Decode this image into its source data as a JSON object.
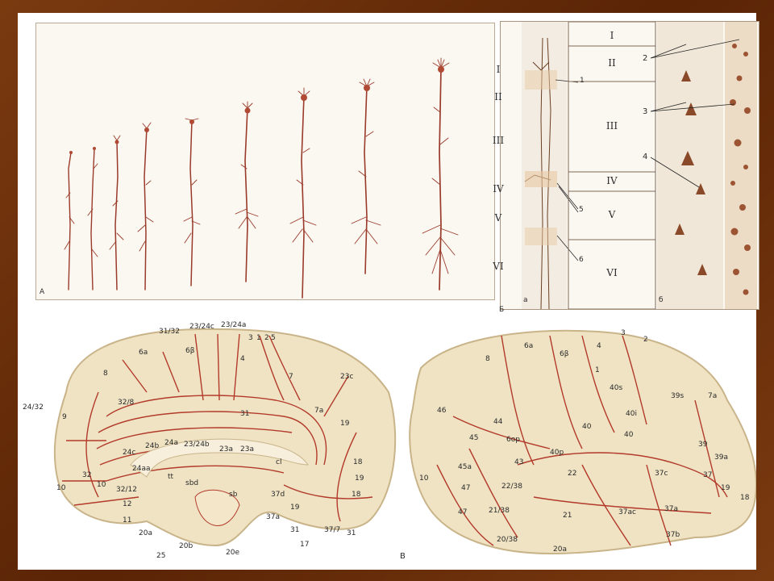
{
  "panel_a": {
    "label": "A"
  },
  "panel_b": {
    "label": "Б",
    "small_label": "a",
    "left_layers": [
      "I",
      "II",
      "III",
      "IV",
      "V",
      "VI"
    ],
    "table_layers": [
      "I",
      "II",
      "III",
      "IV",
      "V",
      "VI"
    ],
    "callouts": [
      "1",
      "5",
      "6"
    ],
    "right_callouts": [
      "2",
      "3",
      "4"
    ],
    "corner_label": "б"
  },
  "panel_c": {
    "label": "В",
    "medial_areas": [
      "31/32",
      "23/24c",
      "23/24a",
      "3",
      "1",
      "2",
      "5",
      "6a",
      "6β",
      "4",
      "8",
      "7",
      "23c",
      "24/32",
      "9",
      "32/8",
      "31",
      "7a",
      "19",
      "24c",
      "24b",
      "24a",
      "23/24b",
      "23a",
      "23a",
      "cl",
      "18",
      "24aa",
      "10",
      "32",
      "10",
      "32/12",
      "12",
      "11",
      "20a",
      "20e",
      "20b",
      "25",
      "sbd",
      "sb",
      "tt",
      "37d",
      "37a",
      "19",
      "31",
      "37/7",
      "31",
      "17",
      "18",
      "19"
    ],
    "lateral_areas": [
      "3",
      "2",
      "8",
      "6a",
      "6β",
      "4",
      "1",
      "40s",
      "39s",
      "7a",
      "46",
      "44",
      "40",
      "40i",
      "45",
      "6op",
      "40p",
      "40",
      "39",
      "39a",
      "45a",
      "43",
      "22",
      "37c",
      "37",
      "18",
      "10",
      "47",
      "22/38",
      "37ac",
      "19",
      "47",
      "21/38",
      "21",
      "37a",
      "20/38",
      "20a",
      "37b"
    ]
  }
}
